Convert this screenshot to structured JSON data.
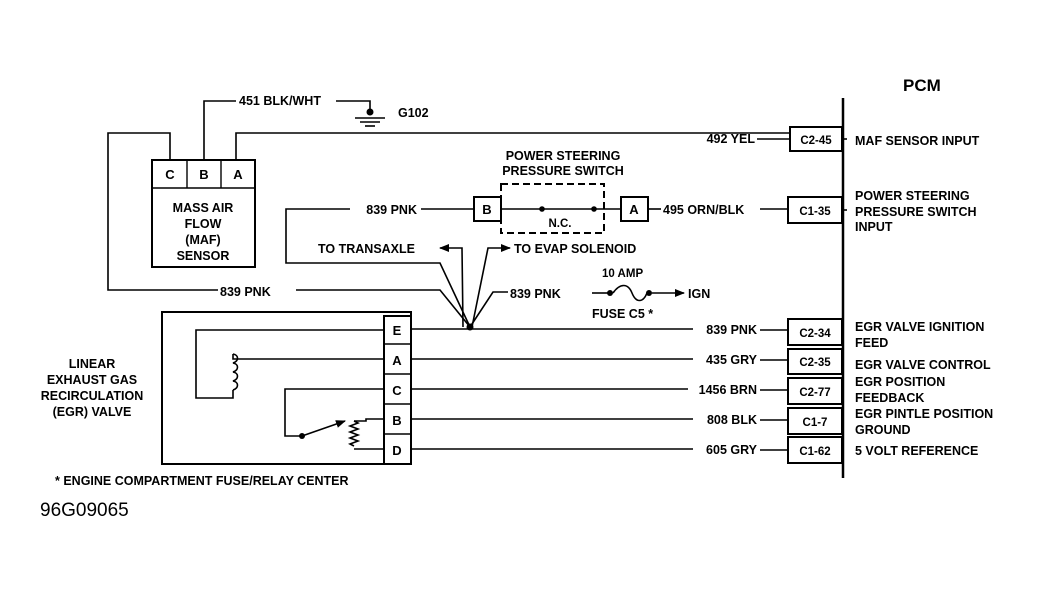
{
  "pcm": {
    "title": "PCM"
  },
  "maf": {
    "pins": [
      "C",
      "B",
      "A"
    ],
    "name_lines": [
      "MASS AIR",
      "FLOW",
      "(MAF)",
      "SENSOR"
    ]
  },
  "ground": {
    "wire": "451 BLK/WHT",
    "label": "G102"
  },
  "ps_switch": {
    "title_lines": [
      "POWER STEERING",
      "PRESSURE SWITCH"
    ],
    "pin_left": "B",
    "pin_right": "A",
    "contact": "N.C.",
    "wire_left": "839 PNK",
    "wire_right": "495 ORN/BLK"
  },
  "splice": {
    "wire_main": "839 PNK",
    "to_transaxle": "TO TRANSAXLE",
    "to_evap": "TO EVAP SOLENOID",
    "fuse_wire": "839 PNK",
    "fuse_rating": "10 AMP",
    "fuse_name": "FUSE C5 *",
    "ign": "IGN"
  },
  "egr": {
    "label_lines": [
      "LINEAR",
      "EXHAUST GAS",
      "RECIRCULATION",
      "(EGR) VALVE"
    ],
    "pins": [
      "E",
      "A",
      "C",
      "B",
      "D"
    ]
  },
  "pcm_rows": [
    {
      "wire": "492 YEL",
      "connector": "C2-45",
      "desc": [
        "MAF SENSOR INPUT"
      ]
    },
    {
      "wire": "495 ORN/BLK",
      "connector": "C1-35",
      "desc": [
        "POWER STEERING",
        "PRESSURE SWITCH",
        "INPUT"
      ]
    },
    {
      "wire": "839 PNK",
      "connector": "C2-34",
      "desc": [
        "EGR VALVE IGNITION",
        "FEED"
      ]
    },
    {
      "wire": "435 GRY",
      "connector": "C2-35",
      "desc": [
        "EGR VALVE CONTROL"
      ]
    },
    {
      "wire": "1456 BRN",
      "connector": "C2-77",
      "desc": [
        "EGR POSITION",
        "FEEDBACK"
      ]
    },
    {
      "wire": "808 BLK",
      "connector": "C1-7",
      "desc": [
        "EGR PINTLE POSITION",
        "GROUND"
      ]
    },
    {
      "wire": "605 GRY",
      "connector": "C1-62",
      "desc": [
        "5 VOLT REFERENCE"
      ]
    }
  ],
  "footnote": "* ENGINE COMPARTMENT FUSE/RELAY CENTER",
  "figure_code": "96G09065"
}
